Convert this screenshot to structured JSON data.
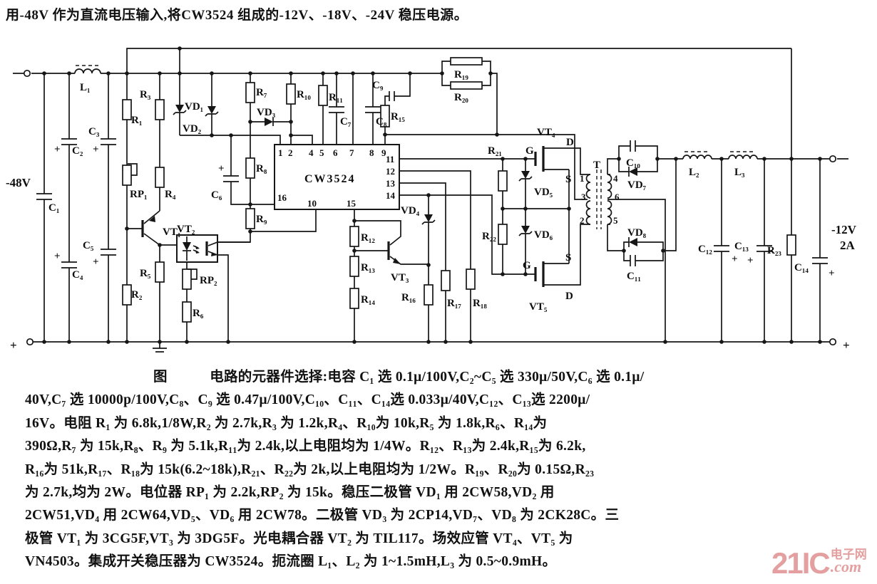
{
  "header": {
    "title": "用-48V 作为直流电压输入,将CW3524 组成的-12V、-18V、-24V 稳压电源。"
  },
  "comp": {
    "L1": "L₁",
    "L2": "L₂",
    "L3": "L₃",
    "C1": "C₁",
    "C2": "C₂",
    "C3": "C₃",
    "C4": "C₄",
    "C5": "C₅",
    "C6": "C₆",
    "C7": "C₇",
    "C8": "C₈",
    "C9": "C₉",
    "C10": "C₁₀",
    "C11": "C₁₁",
    "C12": "C₁₂",
    "C13": "C₁₃",
    "C14": "C₁₄",
    "R1": "R₁",
    "R2": "R₂",
    "R3": "R₃",
    "R4": "R₄",
    "R5": "R₅",
    "R6": "R₆",
    "R7": "R₇",
    "R8": "R₈",
    "R9": "R₉",
    "R10": "R₁₀",
    "R11": "R₁₁",
    "R12": "R₁₂",
    "R13": "R₁₃",
    "R14": "R₁₄",
    "R15": "R₁₅",
    "R16": "R₁₆",
    "R17": "R₁₇",
    "R18": "R₁₈",
    "R19": "R₁₉",
    "R20": "R₂₀",
    "R21": "R₂₁",
    "R22": "R₂₂",
    "R23": "R₂₃",
    "RP1": "RP₁",
    "RP2": "RP₂",
    "VD1": "VD₁",
    "VD2": "VD₂",
    "VD3": "VD₃",
    "VD4": "VD₄",
    "VD5": "VD₅",
    "VD6": "VD₆",
    "VD7": "VD₇",
    "VD8": "VD₈",
    "VT1": "VT₁",
    "VT2": "VT₂",
    "VT3": "VT₃",
    "VT4": "VT₄",
    "VT5": "VT₅",
    "ic": "CW3524",
    "T": "T",
    "p1": "1",
    "p2": "2",
    "p4": "4",
    "p5": "5",
    "p6": "6",
    "p7": "7",
    "p8": "8",
    "p9": "9",
    "p10": "10",
    "p11": "11",
    "p12": "12",
    "p13": "13",
    "p14": "14",
    "p15": "15",
    "p16": "16",
    "w1": "1",
    "w2": "2",
    "w3": "3",
    "w4": "4",
    "w5": "5",
    "w6": "6",
    "G": "G",
    "D": "D",
    "S": "S",
    "plus": "+",
    "vin": "-48V",
    "vout": "-12V",
    "amp": "2A"
  },
  "description": {
    "lines": [
      "图　　　电路的元器件选择:电容 C₁ 选 0.1μ/100V,C₂~C₅ 选 330μ/50V,C₆ 选 0.1μ/",
      "40V,C₇ 选 10000p/100V,C₈、C₉ 选 0.47μ/100V,C₁₀、C₁₁、C₁₄选 0.033μ/40V,C₁₂、C₁₃选 2200μ/",
      "16V。电阻 R₁ 为 6.8k,1/8W,R₂ 为 2.7k,R₃ 为 1.2k,R₄、R₁₀为 10k,R₅ 为 1.8k,R₆、R₁₄为",
      "390Ω,R₇ 为 15k,R₈、R₉ 为 5.1k,R₁₁为 2.4k,以上电阻均为 1/4W。R₁₂、R₁₃为 2.4k,R₁₅为 6.2k,",
      "R₁₆为 51k,R₁₇、R₁₈为 15k(6.2~18k),R₂₁、R₂₂为 2k,以上电阻均为 1/2W。R₁₉、R₂₀为 0.15Ω,R₂₃",
      "为 2.7k,均为 2W。电位器 RP₁ 为 2.2k,RP₂ 为 15k。稳压二极管 VD₁ 用 2CW58,VD₂ 用",
      "2CW51,VD₄ 用 2CW64,VD₅、VD₆ 用 2CW78。二极管 VD₃ 为 2CP14,VD₇、VD₈ 为 2CK28C。三",
      "极管 VT₁ 为 3CG5F,VT₃ 为 3DG5F。光电耦合器 VT₂ 为 TIL117。场效应管 VT₄、VT₅ 为",
      "VN4503。集成开关稳压器为 CW3524。扼流圈 L₁、L₂ 为 1~1.5mH,L₃ 为 0.5~0.9mH。"
    ]
  },
  "watermark": {
    "big": "21IC",
    "cjk": "电子网",
    "com": ".com"
  }
}
